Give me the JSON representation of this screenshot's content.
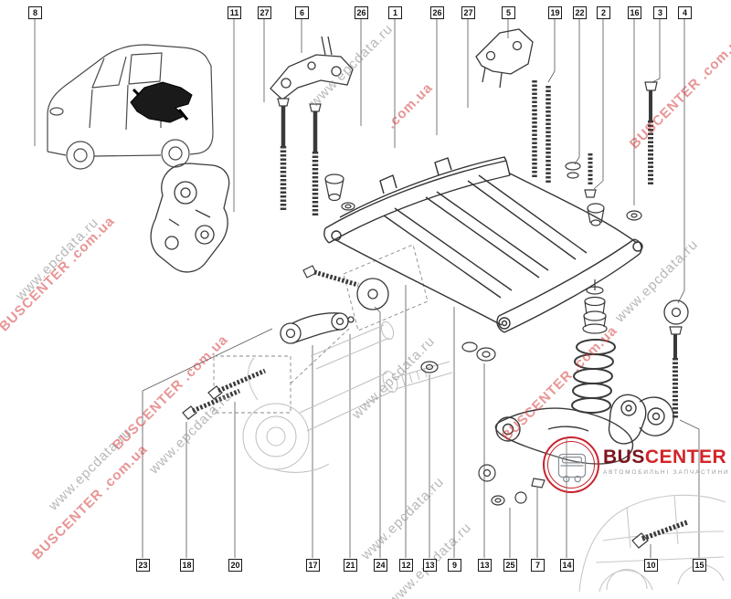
{
  "callouts": {
    "top": [
      {
        "label": "8"
      },
      {
        "label": "11"
      },
      {
        "label": "27"
      },
      {
        "label": "6"
      },
      {
        "label": "26"
      },
      {
        "label": "1"
      },
      {
        "label": "26"
      },
      {
        "label": "27"
      },
      {
        "label": "5"
      },
      {
        "label": "19"
      },
      {
        "label": "22"
      },
      {
        "label": "2"
      },
      {
        "label": "16"
      },
      {
        "label": "3"
      },
      {
        "label": "4"
      }
    ],
    "bottom": [
      {
        "label": "23"
      },
      {
        "label": "18"
      },
      {
        "label": "20"
      },
      {
        "label": "17"
      },
      {
        "label": "21"
      },
      {
        "label": "24"
      },
      {
        "label": "12"
      },
      {
        "label": "13"
      },
      {
        "label": "9"
      },
      {
        "label": "13"
      },
      {
        "label": "25"
      },
      {
        "label": "7"
      },
      {
        "label": "14"
      },
      {
        "label": "10"
      },
      {
        "label": "15"
      }
    ]
  },
  "watermarks": {
    "instances": [
      {
        "text": "BUSCENTER .com.ua",
        "tone": "red"
      },
      {
        "text": "www.epcdata.ru",
        "tone": "gray"
      },
      {
        "text": "BUSCENTER .com.ua",
        "tone": "red"
      },
      {
        "text": "www.epcdata.ru",
        "tone": "gray"
      },
      {
        "text": "www.epcdata.ru",
        "tone": "gray"
      },
      {
        "text": ".com.ua",
        "tone": "red"
      },
      {
        "text": "www.epcdata.ru",
        "tone": "gray"
      },
      {
        "text": "BUSCENTER .com.ua",
        "tone": "red"
      },
      {
        "text": "www.epcdata.ru",
        "tone": "gray"
      },
      {
        "text": "BUSCENTER .com.ua",
        "tone": "red"
      },
      {
        "text": "www.epcdata.ru",
        "tone": "gray"
      },
      {
        "text": "BUSCENTER .com.ua",
        "tone": "red"
      },
      {
        "text": "www.epcdata.ru",
        "tone": "gray"
      },
      {
        "text": "www.epcdata.ru",
        "tone": "gray"
      }
    ]
  },
  "logo": {
    "brand": "BUSCENTER",
    "brand_primary": "BUS",
    "brand_secondary": "CENTER",
    "tagline": "АВТОМОБИЛЬНІ ЗАПЧАСТИНИ",
    "accent_color": "#c8232c"
  },
  "colors": {
    "line": "#3a3a3a",
    "ghost": "#bfbfbf",
    "watermark_red": "#d63e3e",
    "watermark_gray": "#878787",
    "highlight_part": "#1a1a1a"
  }
}
